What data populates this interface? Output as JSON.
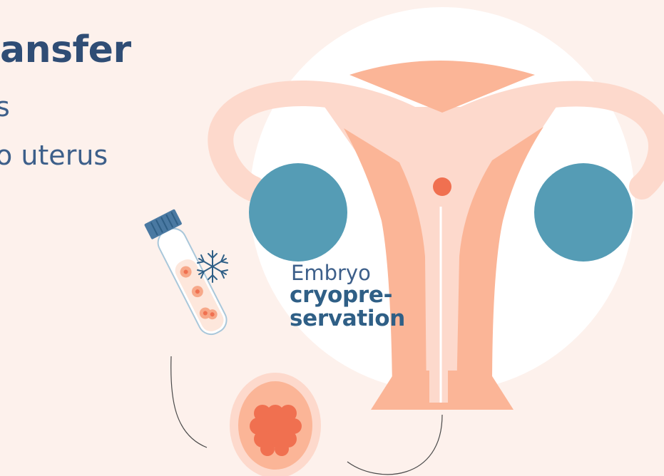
{
  "title_fragment": "ansfer",
  "line_fragment_1": "s",
  "line_fragment_2": "o uterus",
  "cryo_label": {
    "line1": "Embryo",
    "line2": "cryopre-",
    "line3": "servation"
  },
  "colors": {
    "background": "#fdf1ec",
    "circle": "#ffffff",
    "uterus_light": "#fdd9cc",
    "uterus_mid": "#fbb597",
    "ovary": "#559cb5",
    "embryo": "#f07050",
    "tube_cap": "#4a79a2",
    "title": "#2f4d75"
  },
  "icons": [
    "snowflake-icon",
    "test-tube-icon",
    "embryo-cluster-icon"
  ]
}
